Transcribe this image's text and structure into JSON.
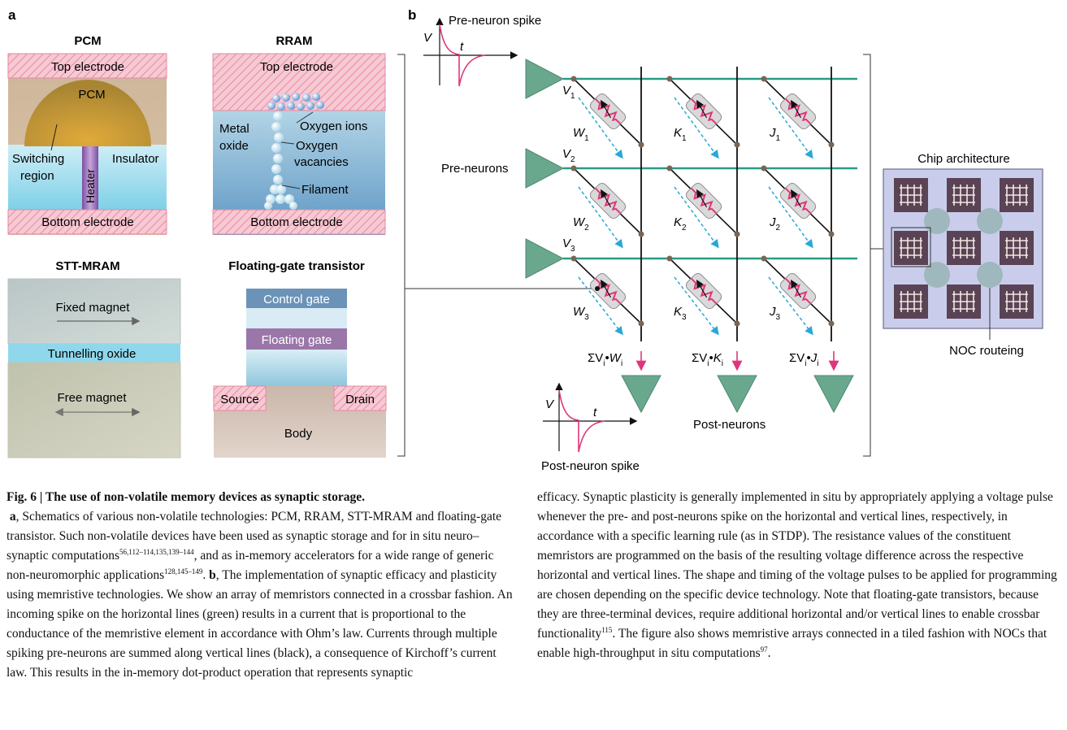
{
  "panel_a": {
    "label": "a",
    "pcm": {
      "title": "PCM",
      "top": "Top electrode",
      "material": "PCM",
      "switching1": "Switching",
      "switching2": "region",
      "heater": "Heater",
      "insulator": "Insulator",
      "bottom": "Bottom electrode"
    },
    "rram": {
      "title": "RRAM",
      "top": "Top electrode",
      "oxide1": "Metal",
      "oxide2": "oxide",
      "ions": "Oxygen ions",
      "vac1": "Oxygen",
      "vac2": "vacancies",
      "filament": "Filament",
      "bottom": "Bottom electrode"
    },
    "stt": {
      "title": "STT-MRAM",
      "fixed": "Fixed magnet",
      "oxide": "Tunnelling oxide",
      "free": "Free magnet"
    },
    "fg": {
      "title": "Floating-gate transistor",
      "control": "Control gate",
      "floating": "Floating gate",
      "source": "Source",
      "drain": "Drain",
      "body": "Body"
    }
  },
  "panel_b": {
    "label": "b",
    "pre_spike": "Pre-neuron spike",
    "post_spike": "Post-neuron spike",
    "axis_v": "V",
    "axis_t": "t",
    "pre_neurons": "Pre-neurons",
    "post_neurons": "Post-neurons",
    "chip": "Chip architecture",
    "noc": "NOC routeing",
    "v_labels": [
      {
        "b": "V",
        "s": "1"
      },
      {
        "b": "V",
        "s": "2"
      },
      {
        "b": "V",
        "s": "3"
      }
    ],
    "weights": [
      [
        {
          "b": "W",
          "s": "1"
        },
        {
          "b": "K",
          "s": "1"
        },
        {
          "b": "J",
          "s": "1"
        }
      ],
      [
        {
          "b": "W",
          "s": "2"
        },
        {
          "b": "K",
          "s": "2"
        },
        {
          "b": "J",
          "s": "2"
        }
      ],
      [
        {
          "b": "W",
          "s": "3"
        },
        {
          "b": "K",
          "s": "3"
        },
        {
          "b": "J",
          "s": "3"
        }
      ]
    ],
    "sums": [
      {
        "p1": "ΣV",
        "s1": "i",
        "dot": "•",
        "p2": "W",
        "s2": "i"
      },
      {
        "p1": "ΣV",
        "s1": "i",
        "dot": "•",
        "p2": "K",
        "s2": "i"
      },
      {
        "p1": "ΣV",
        "s1": "i",
        "dot": "•",
        "p2": "J",
        "s2": "i"
      }
    ]
  },
  "caption": {
    "title": "Fig. 6 | The use of non-volatile memory devices as synaptic storage.",
    "a_label": "a",
    "a_text": ", Schematics of various non-volatile technologies: PCM, RRAM, STT-MRAM and floating-gate transistor. Such non-volatile devices have been used as synaptic storage and for in situ neuro–synaptic computations",
    "ref1": "56,112–114,135,139–144",
    "a_text2": ", and as in-memory accelerators for a wide range of generic non-neuromorphic applications",
    "ref2": "128,145–149",
    "b_label": "b",
    "b_text": ", The implementation of synaptic efficacy and plasticity using memristive technologies. We show an array of memristors connected in a crossbar fashion. An incoming spike on the horizontal lines (green) results in a current that is proportional to the conductance of the memristive element in accordance with Ohm’s law. Currents through multiple spiking pre-neurons are summed along vertical lines (black), a consequence of Kirchoff’s current law. This results in the in-memory dot-product operation that represents synaptic",
    "right_text": "efficacy. Synaptic plasticity is generally implemented in situ by appropriately applying a voltage pulse whenever the pre- and post-neurons spike on the horizontal and vertical lines, respectively, in accordance with a specific learning rule (as in STDP). The resistance values of the constituent memristors are programmed on the basis of the resulting voltage difference across the respective horizontal and vertical lines. The shape and timing of the voltage pulses to be applied for programming are chosen depending on the specific device technology. Note that floating-gate transistors, because they are three-terminal devices, require additional horizontal and/or vertical lines to enable crossbar functionality",
    "ref3": "115",
    "right_text2": ". The figure also shows memristive arrays connected in a tiled fashion with NOCs that enable high-throughput in situ computations",
    "ref4": "97",
    "right_end": "."
  },
  "colors": {
    "green": "#6aa88e",
    "pink": "#e0357b",
    "electrode": "#f6c9d3",
    "blue": "#29a8d8"
  }
}
